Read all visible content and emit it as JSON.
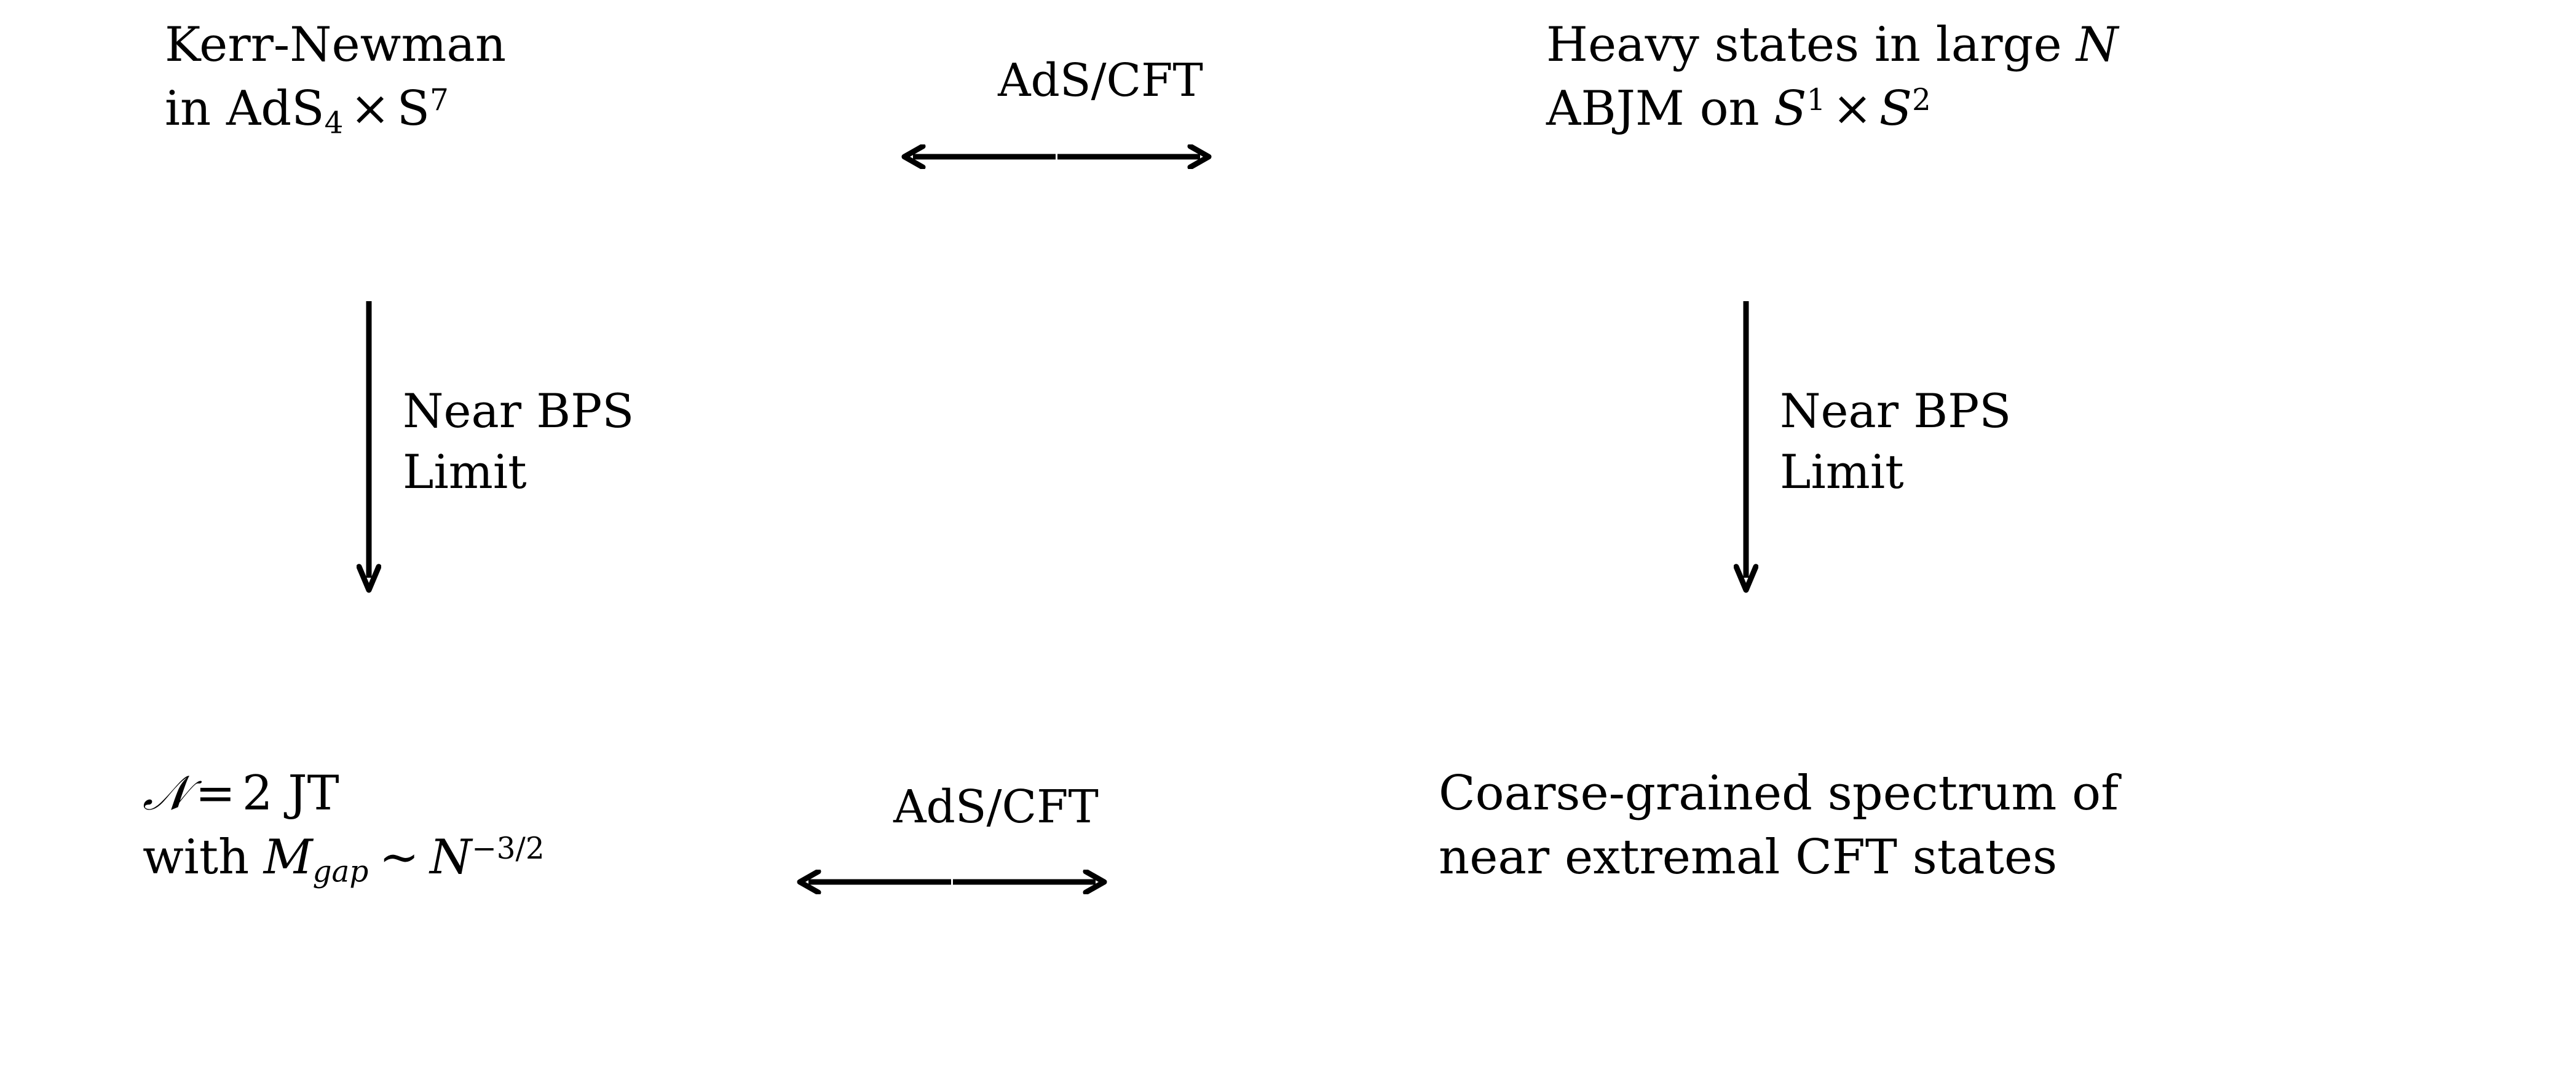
{
  "figure": {
    "type": "commutative-diagram",
    "title": "AdS/CFT duality square relating Kerr-Newman black holes in AdS4 x S7 to heavy states in large N ABJM",
    "background_color": "#ffffff",
    "text_color": "#000000"
  },
  "nodes": {
    "top_left": {
      "name": "kerr-newman-node",
      "line1": "Kerr-Newman",
      "line2_prefix": "in AdS",
      "line2_sub": "4",
      "line2_times": "×",
      "line2_s": "S",
      "line2_sup": "7"
    },
    "top_right": {
      "name": "abjm-heavy-states-node",
      "line1_prefix": "Heavy states in large",
      "line1_N": "N",
      "line2_prefix": "ABJM on",
      "line2_s1": "S",
      "line2_s1_sup": "1",
      "line2_times": "×",
      "line2_s2": "S",
      "line2_s2_sup": "2"
    },
    "bottom_left": {
      "name": "jt-gravity-node",
      "line1_N": "𝒩",
      "line1_eq": "=",
      "line1_val": "2 JT",
      "line2_with": "with",
      "line2_M": "M",
      "line2_M_sub": "gap",
      "line2_sim": "∼",
      "line2_N": "N",
      "line2_N_sup": "−3/2"
    },
    "bottom_right": {
      "name": "coarse-grained-spectrum-node",
      "line1": "Coarse-grained spectrum of",
      "line2": "near extremal CFT states"
    }
  },
  "edges": {
    "top_horizontal": {
      "name": "top-adscft-edge",
      "label": "AdS/CFT",
      "arrow": "double-headed-horizontal"
    },
    "bottom_horizontal": {
      "name": "bottom-adscft-edge",
      "label": "AdS/CFT",
      "arrow": "double-headed-horizontal"
    },
    "left_vertical": {
      "name": "left-near-bps-edge",
      "label_line1": "Near BPS",
      "label_line2": "Limit",
      "arrow": "down"
    },
    "right_vertical": {
      "name": "right-near-bps-edge",
      "label_line1": "Near BPS",
      "label_line2": "Limit",
      "arrow": "down"
    }
  }
}
